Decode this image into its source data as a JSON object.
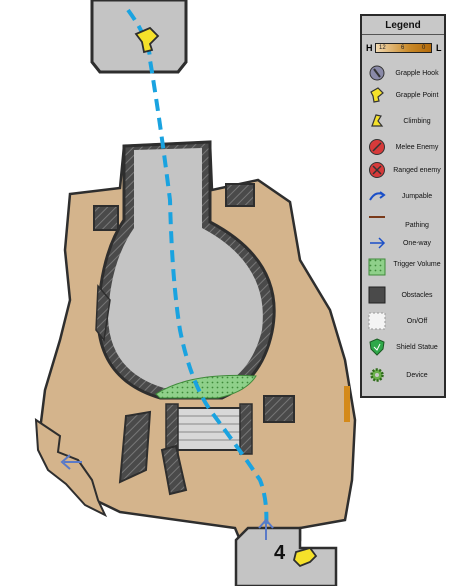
{
  "legend": {
    "title": "Legend",
    "scale": {
      "high": "H",
      "low": "L",
      "ticks": [
        "12",
        "6",
        "0"
      ]
    },
    "items": [
      {
        "label": "Grapple Hook",
        "icon": "grapple-hook-icon"
      },
      {
        "label": "Grapple Point",
        "icon": "grapple-point-icon"
      },
      {
        "label": "Climbing",
        "icon": "climbing-icon"
      },
      {
        "label": "Melee Enemy",
        "icon": "melee-enemy-icon"
      },
      {
        "label": "Ranged enemy",
        "icon": "ranged-enemy-icon"
      },
      {
        "label": "Jumpable",
        "icon": "jumpable-arrow-icon"
      },
      {
        "label": "Pathing",
        "icon": "pathing-line-icon"
      },
      {
        "label": "One-way",
        "icon": "one-way-arrow-icon"
      },
      {
        "label": "Trigger Volume",
        "icon": "trigger-volume-icon"
      },
      {
        "label": "Obstacles",
        "icon": "obstacle-icon"
      },
      {
        "label": "On/Off",
        "icon": "on-off-icon"
      },
      {
        "label": "Shield Statue",
        "icon": "shield-statue-icon"
      },
      {
        "label": "Device",
        "icon": "device-gear-icon"
      }
    ]
  },
  "map": {
    "room_number": "4"
  },
  "colors": {
    "ground": "#d4b48c",
    "floor_gray": "#c4c4c4",
    "wall": "#2e2e2e",
    "path_blue": "#1aa3e0",
    "trigger_green": "#7ec97a",
    "grapple_yellow": "#f5e12a",
    "orange_ledge": "#d48a1a"
  }
}
